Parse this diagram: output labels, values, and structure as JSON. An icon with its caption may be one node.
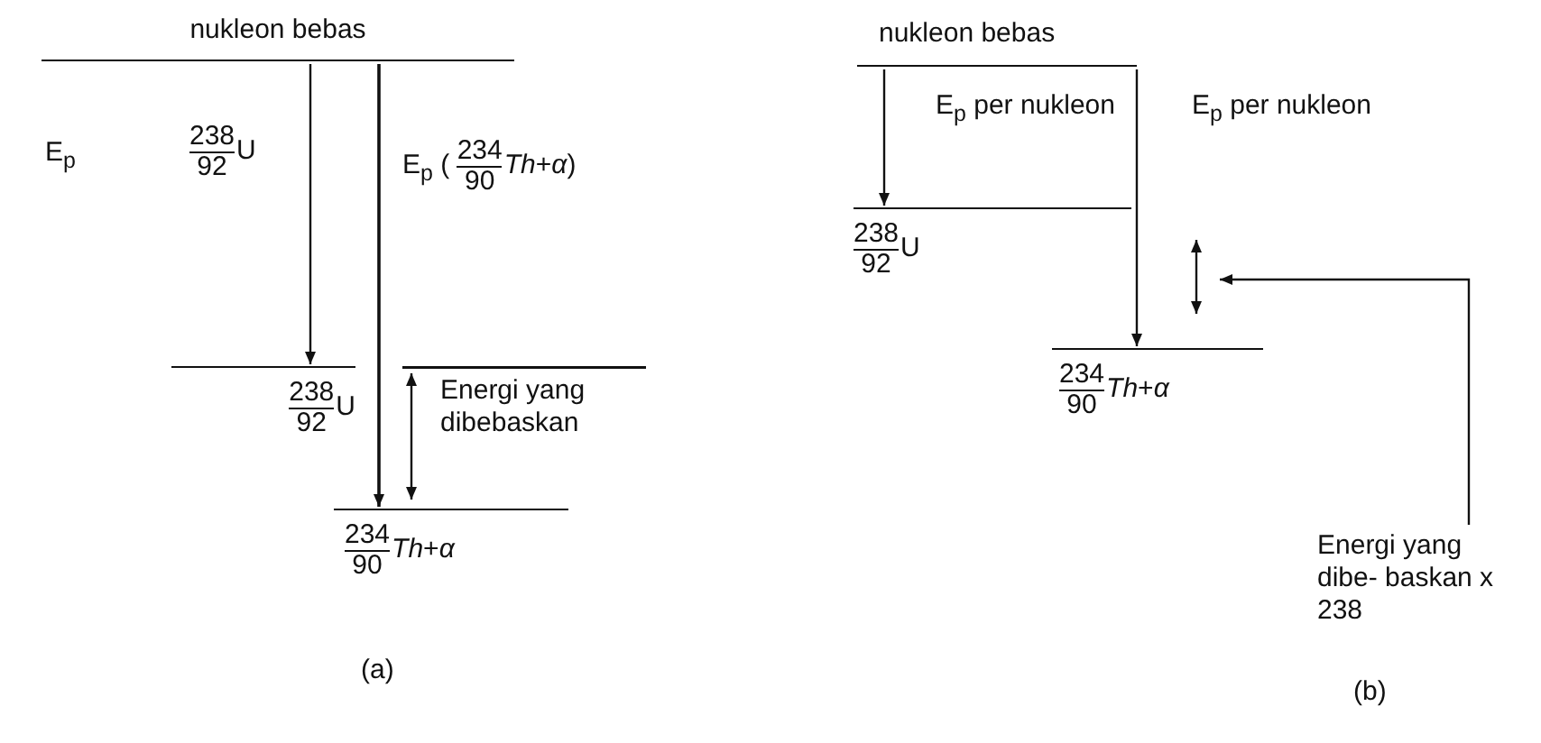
{
  "diagram": {
    "nodes": [
      {
        "text": [
          "nukleon bebas"
        ]
      },
      {
        "text": [
          "$^{238}$$_{92}$U"
        ]
      },
      {
        "text": [
          "$^{234}$$_{90}$*Th*+*α*"
        ]
      },
      {
        "text": [
          "nukleon bebas"
        ]
      },
      {
        "text": [
          "$^{238}$$_{92}$U"
        ]
      },
      {
        "text": [
          "$^{234}$$_{90}$*Th*+*α*"
        ]
      },
      {
        "text": [
          "Energi yang dibe- baskan x 238"
        ]
      }
    ],
    "edges": [
      {
        "from": 0,
        "to": 1,
        "arrow": "to"
      },
      {
        "from": 0,
        "to": 2,
        "arrow": "to",
        "label": "E$_{p}$ ( $^{234}$$_{90}$*Th*+*α*)"
      },
      {
        "from": 1,
        "to": 2,
        "arrow": "both",
        "label": "Energi yang dibebaskan"
      },
      {
        "from": 3,
        "to": 4,
        "arrow": "to",
        "label": "E$_{p}$ per nukleon"
      },
      {
        "from": 3,
        "to": 5,
        "arrow": "to",
        "label": "E$_{p}$ per nukleon"
      },
      {
        "from": 4,
        "to": 5,
        "arrow": "both"
      },
      {
        "from": 6,
        "to": null,
        "arrow": "to"
      }
    ],
    "labels": [
      "E$_{p}$",
      "$^{238}$$_{92}$U",
      "(a)",
      "(b)"
    ]
  }
}
